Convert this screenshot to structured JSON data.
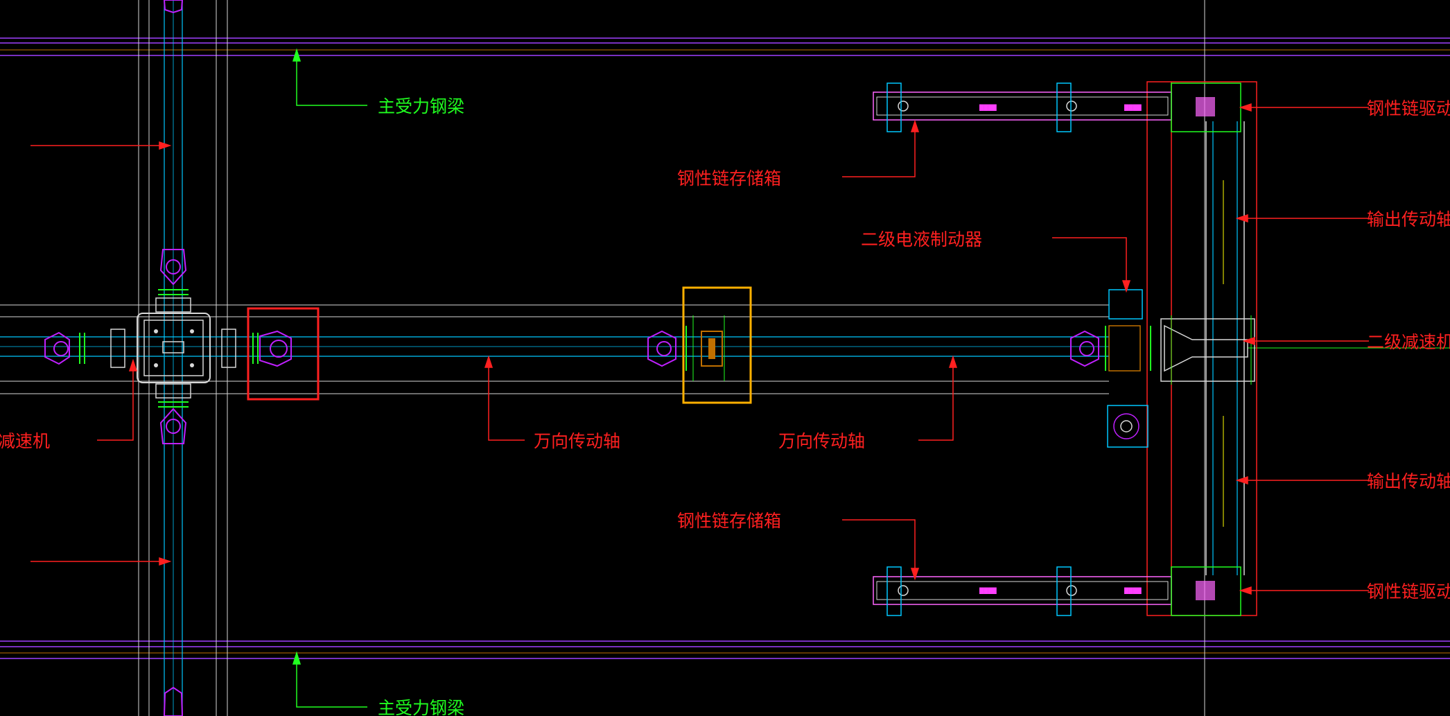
{
  "drawing": {
    "background": "#000000",
    "colors": {
      "white": "#d8d8d8",
      "cyan": "#00c8ff",
      "magenta": "#c020ff",
      "purple": "#a040ff",
      "green": "#20ff20",
      "red": "#ff2020",
      "orange": "#ffb000",
      "pink": "#ff66ff"
    },
    "labels": {
      "main_beam_top": "主受力钢梁",
      "main_beam_bottom": "主受力钢梁",
      "chain_box_top": "钢性链存储箱",
      "chain_box_bottom": "钢性链存储箱",
      "brake": "二级电液制动器",
      "drive_top": "钢性链驱动器",
      "drive_bottom": "钢性链驱动器",
      "output_shaft_top": "输出传动轴",
      "output_shaft_bottom": "输出传动轴",
      "reducer_right": "二级减速机",
      "reducer_left": "减速机",
      "ujoint_shaft_left": "万向传动轴",
      "ujoint_shaft_right": "万向传动轴"
    },
    "small_text": {
      "box_top_1": "████",
      "box_top_2": "████",
      "box_bottom_1": "████",
      "box_bottom_2": "████"
    }
  }
}
